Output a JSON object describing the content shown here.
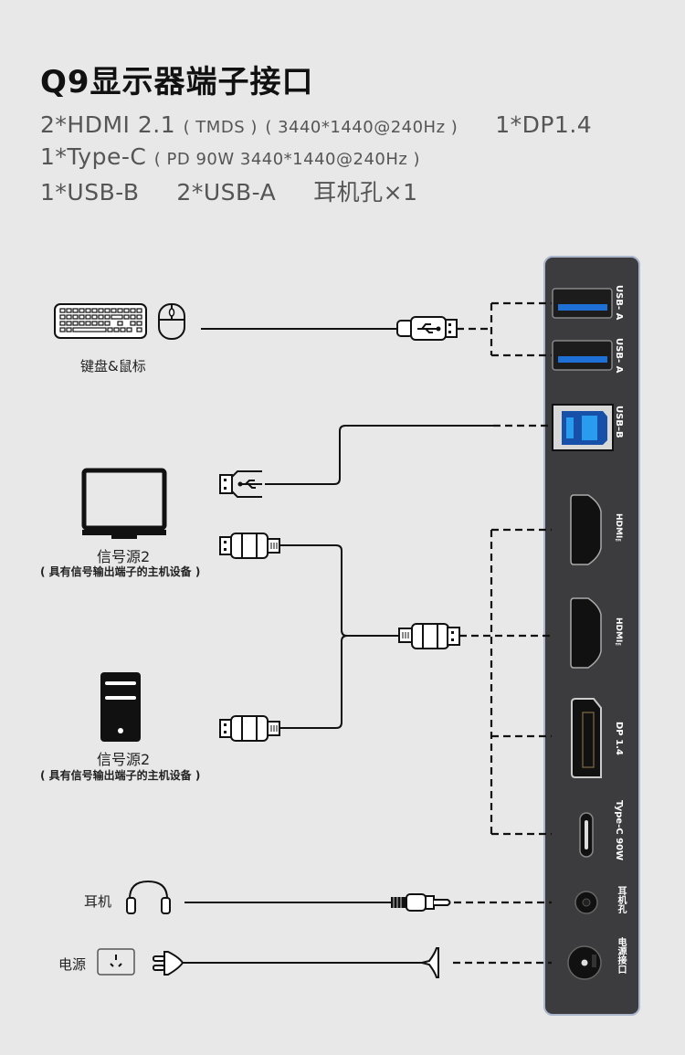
{
  "title": "Q9显示器端子接口",
  "specs": {
    "line1": {
      "main": "2*HDMI 2.1",
      "note1": "( TMDS )",
      "note2": "( 3440*1440@240Hz )",
      "dp": "1*DP1.4"
    },
    "line2": {
      "main": "1*Type-C",
      "note": "( PD 90W 3440*1440@240Hz )"
    },
    "line3": {
      "usbb": "1*USB-B",
      "usba": "2*USB-A",
      "audio": "耳机孔×1"
    }
  },
  "devices": {
    "keyboard_mouse": "键盘&鼠标",
    "source1": {
      "name": "信号源2",
      "desc": "( 具有信号输出端子的主机设备 )"
    },
    "source2": {
      "name": "信号源2",
      "desc": "( 具有信号输出端子的主机设备 )"
    },
    "headphones": "耳机",
    "power": "电源"
  },
  "ports": [
    {
      "id": "usb-a-1",
      "label": "USB- A"
    },
    {
      "id": "usb-a-2",
      "label": "USB- A"
    },
    {
      "id": "usb-b",
      "label": "USB–B"
    },
    {
      "id": "hdmi-1",
      "label": "HDMI™"
    },
    {
      "id": "hdmi-2",
      "label": "HDMI™"
    },
    {
      "id": "dp",
      "label": "DP 1.4"
    },
    {
      "id": "type-c",
      "label": "Type-C 90W"
    },
    {
      "id": "audio",
      "label": "耳机孔"
    },
    {
      "id": "power",
      "label": "电源接口"
    }
  ],
  "colors": {
    "background": "#e8e8e8",
    "panel": "#3c3c3e",
    "panel_border": "#aab6cc",
    "usb_blue": "#1e6fd6",
    "usbb_blue": "#2a9cf0"
  }
}
